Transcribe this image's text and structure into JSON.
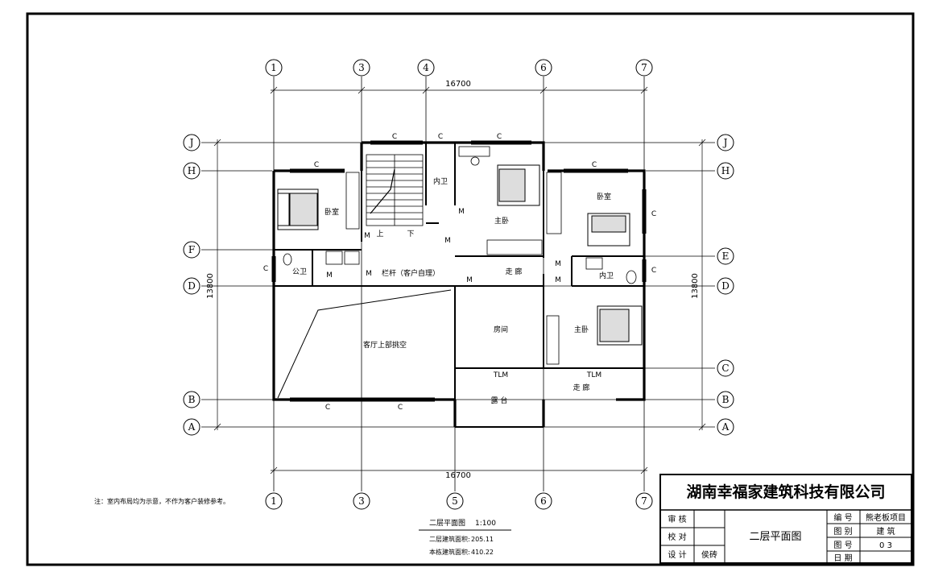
{
  "plan": {
    "dim_top": "16700",
    "dim_bottom": "16700",
    "dim_left": "13800",
    "dim_right": "13800",
    "axis_top": [
      "1",
      "3",
      "4",
      "6",
      "7"
    ],
    "axis_bottom": [
      "1",
      "3",
      "5",
      "6",
      "7"
    ],
    "axis_left": [
      "J",
      "H",
      "F",
      "D",
      "B",
      "A"
    ],
    "axis_right": [
      "J",
      "H",
      "E",
      "D",
      "C",
      "B",
      "A"
    ],
    "rooms": {
      "bedroom_left": "卧室",
      "bedroom_right": "卧室",
      "master_top": "主卧",
      "master_bottom": "主卧",
      "inner_bath_top": "内卫",
      "inner_bath_right": "内卫",
      "public_bath": "公卫",
      "corridor_top": "走 廊",
      "corridor_bottom": "走 廊",
      "room_mid": "房间",
      "void": "客厅上部挑空",
      "balcony": "露 台",
      "rail": "栏杆（客户自理）",
      "stair_up": "上",
      "stair_down": "下"
    },
    "window_c": "C",
    "door_m": "M",
    "tlm": "TLM",
    "note": "注：室内布局均为示意，不作为客户装修参考。",
    "caption_title": "二层平面图",
    "caption_scale": "1:100",
    "area_label_1": "二层建筑面积:",
    "area_value_1": "205.11",
    "area_label_2": "本栋建筑面积:",
    "area_value_2": "410.22"
  },
  "title_block": {
    "company": "湖南幸福家建筑科技有限公司",
    "drawing_name": "二层平面图",
    "review_label": "审 核",
    "check_label": "校 对",
    "design_label": "设 计",
    "designer": "侯砖",
    "number_label": "编 号",
    "number_value": "熊老板项目",
    "category_label": "图 别",
    "category_value": "建 筑",
    "sheet_label": "图 号",
    "sheet_value": "0 3",
    "date_label": "日 期",
    "date_value": ""
  }
}
